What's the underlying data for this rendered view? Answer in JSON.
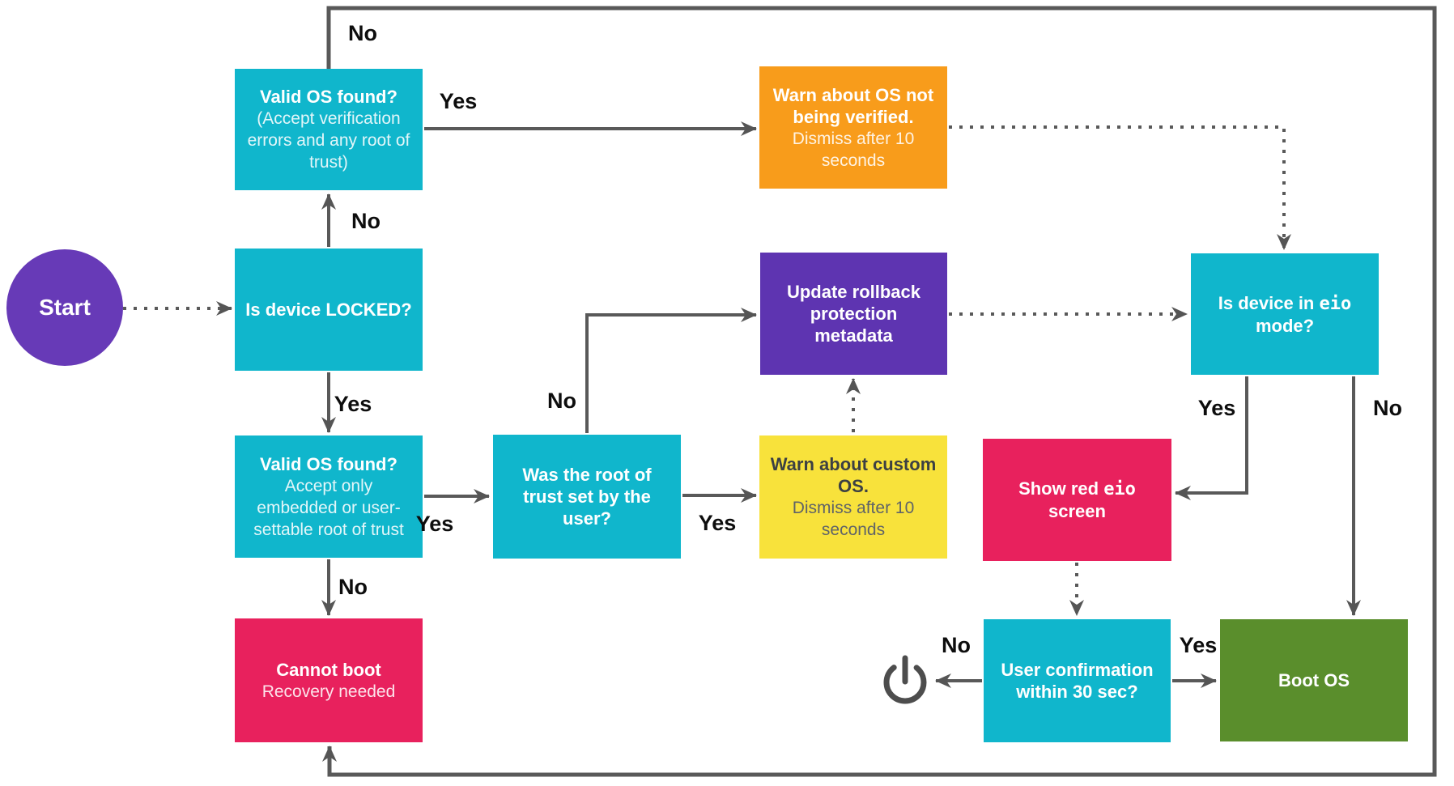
{
  "diagram": {
    "description": "Boot flow decision diagram",
    "colors": {
      "cyan": "#10b6cc",
      "orange": "#f89c1b",
      "purple": "#5e34b1",
      "start_purple": "#673ab7",
      "yellow": "#f8e23b",
      "pink": "#e8215d",
      "green": "#5a8e2c",
      "line": "#595959",
      "arrowhead": "#555555",
      "power_icon": "#4d4d4d"
    },
    "nodes": {
      "start": {
        "label": "Start",
        "color": "#673ab7"
      },
      "valid_os_any": {
        "title": "Valid OS found?",
        "subtitle": "(Accept verification errors and any root of trust)",
        "color": "#10b6cc"
      },
      "device_locked": {
        "title": "Is device LOCKED?",
        "color": "#10b6cc"
      },
      "valid_os_embedded": {
        "title": "Valid OS found?",
        "subtitle": "Accept only embedded or user-settable root of trust",
        "color": "#10b6cc"
      },
      "cannot_boot": {
        "title": "Cannot boot",
        "subtitle": "Recovery needed",
        "color": "#e8215d"
      },
      "root_of_trust": {
        "title": "Was the root of trust set by the user?",
        "color": "#10b6cc"
      },
      "warn_unverified": {
        "title": "Warn about OS not being verified.",
        "subtitle": "Dismiss after 10 seconds",
        "color": "#f89c1b"
      },
      "update_rollback": {
        "title": "Update rollback protection metadata",
        "color": "#5e34b1"
      },
      "warn_custom": {
        "title": "Warn about custom OS.",
        "subtitle": "Dismiss after 10 seconds",
        "color": "#f8e23b"
      },
      "eio_mode": {
        "title_pre": "Is device in ",
        "title_mono": "eio",
        "title_post": " mode?",
        "color": "#10b6cc"
      },
      "show_red_eio": {
        "title_pre": "Show red ",
        "title_mono": "eio",
        "title_post": " screen",
        "color": "#e8215d"
      },
      "user_confirmation": {
        "title": "User confirmation within 30 sec?",
        "color": "#10b6cc"
      },
      "boot_os": {
        "title": "Boot OS",
        "color": "#5a8e2c"
      },
      "power_off": {
        "icon": "power-icon"
      }
    },
    "edge_labels": {
      "any_no": "No",
      "any_yes": "Yes",
      "locked_no": "No",
      "locked_yes": "Yes",
      "embedded_yes": "Yes",
      "embedded_no": "No",
      "root_no": "No",
      "root_yes": "Yes",
      "eio_yes": "Yes",
      "eio_no": "No",
      "confirm_no": "No",
      "confirm_yes": "Yes"
    }
  }
}
